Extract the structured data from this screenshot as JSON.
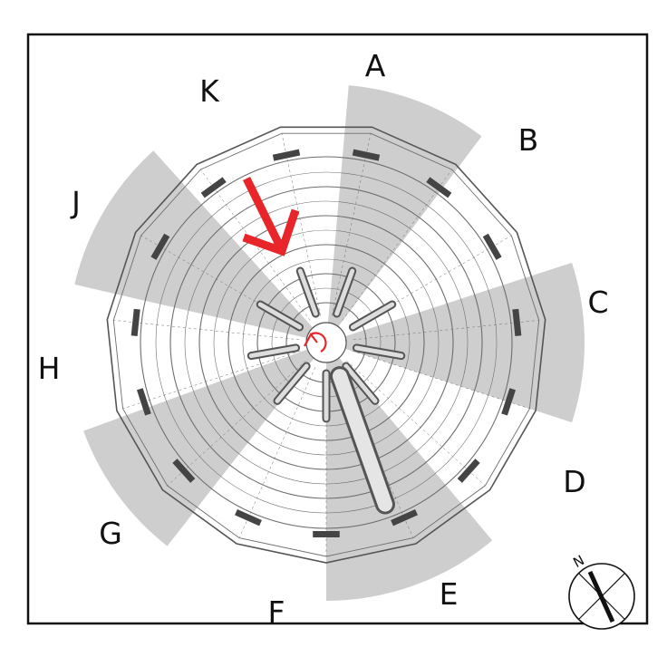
{
  "sectors": [
    {
      "letter": "A"
    },
    {
      "letter": "B"
    },
    {
      "letter": "C"
    },
    {
      "letter": "D"
    },
    {
      "letter": "E"
    },
    {
      "letter": "F"
    },
    {
      "letter": "G"
    },
    {
      "letter": "H"
    },
    {
      "letter": "J"
    },
    {
      "letter": "K"
    }
  ],
  "compass": {
    "north_label": "N"
  },
  "colors": {
    "frame": "#111111",
    "sector_fill": "#c9c9c9",
    "arrow": "#e8262a",
    "linework": "#6e6e6e",
    "background": "#ffffff"
  }
}
